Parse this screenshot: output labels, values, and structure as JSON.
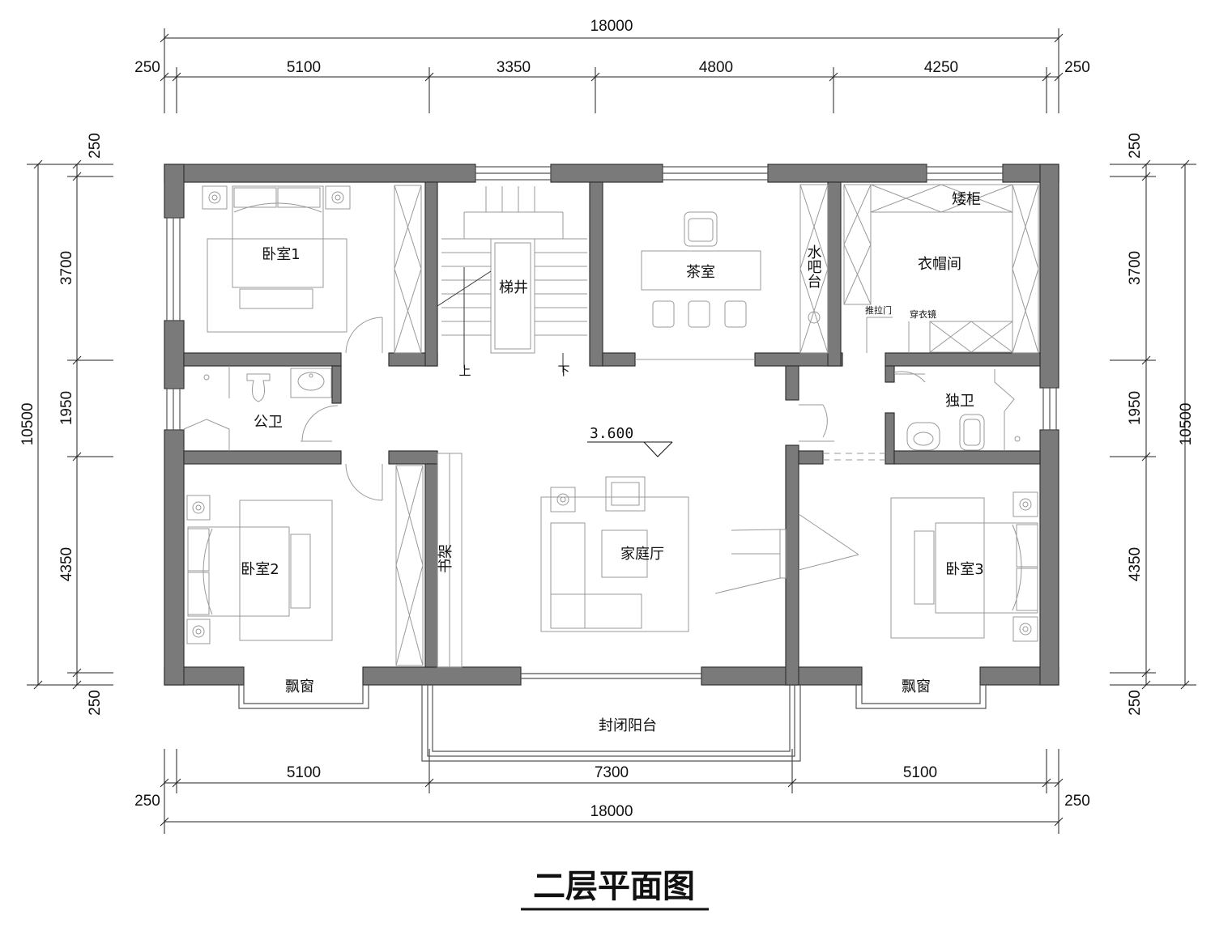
{
  "title": "二层平面图",
  "elevation": "3.600",
  "rooms": {
    "bedroom1": "卧室1",
    "bedroom2": "卧室2",
    "bedroom3": "卧室3",
    "stairwell": "梯井",
    "tea_room": "茶室",
    "water_bar": "水吧台",
    "cloakroom": "衣帽间",
    "low_cabinet": "矮柜",
    "sliding_door": "推拉门",
    "dressing_mirror": "穿衣镜",
    "public_wc": "公卫",
    "private_wc": "独卫",
    "family_hall": "家庭厅",
    "bookshelf": "书架",
    "bay_window_left": "飘窗",
    "bay_window_right": "飘窗",
    "balcony": "封闭阳台",
    "stair_up": "上",
    "stair_down": "下"
  },
  "dimensions": {
    "top_total": "18000",
    "top_left_margin": "250",
    "top_right_margin": "250",
    "top_segments": [
      "5100",
      "3350",
      "4800",
      "4250"
    ],
    "bottom_total": "18000",
    "bottom_left_margin": "250",
    "bottom_right_margin": "250",
    "bottom_segments": [
      "5100",
      "7300",
      "5100"
    ],
    "left_total": "10500",
    "left_segments": [
      "250",
      "3700",
      "1950",
      "4350",
      "250"
    ],
    "right_total": "10500",
    "right_segments": [
      "250",
      "3700",
      "1950",
      "4350",
      "250"
    ]
  }
}
